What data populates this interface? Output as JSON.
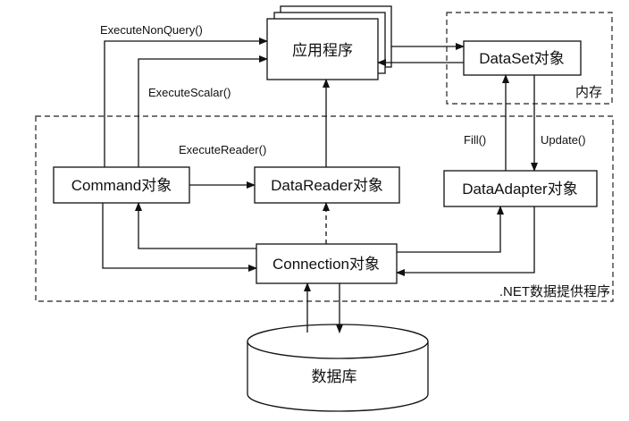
{
  "nodes": {
    "app": "应用程序",
    "dataset": "DataSet对象",
    "command": "Command对象",
    "datareader": "DataReader对象",
    "dataadapter": "DataAdapter对象",
    "connection": "Connection对象",
    "database": "数据库"
  },
  "zones": {
    "memory": "内存",
    "provider": ".NET数据提供程序"
  },
  "edges": {
    "execute_non_query": "ExecuteNonQuery()",
    "execute_scalar": "ExecuteScalar()",
    "execute_reader": "ExecuteReader()",
    "fill": "Fill()",
    "update": "Update()"
  }
}
